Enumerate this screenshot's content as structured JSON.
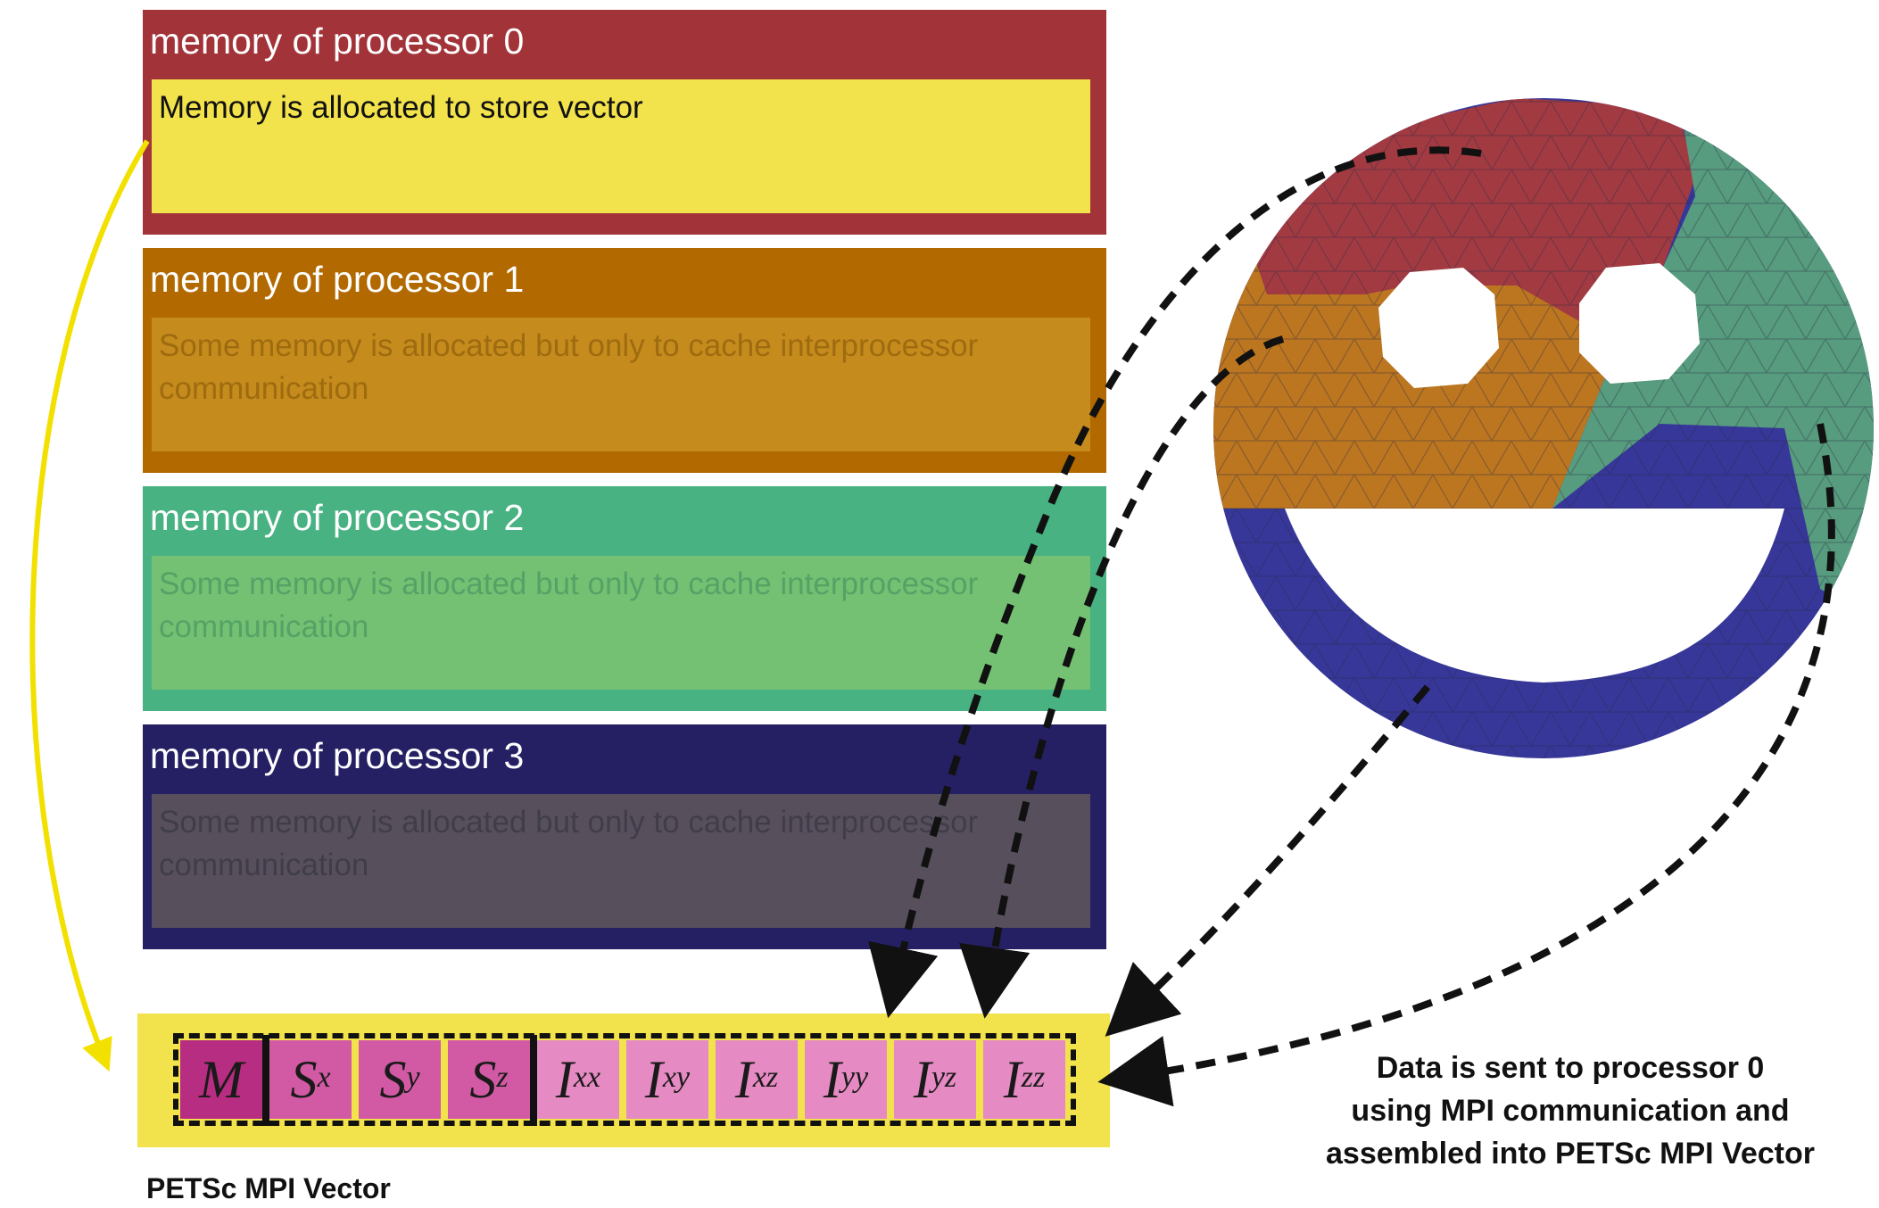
{
  "processors": [
    {
      "title": "memory of processor 0",
      "text": "Memory is allocated to store vector",
      "color": "#a23439"
    },
    {
      "title": "memory of processor 1",
      "text": "Some memory is allocated but only to cache interprocessor communication",
      "color": "#b26a00"
    },
    {
      "title": "memory of processor 2",
      "text": "Some memory is allocated but only to cache interprocessor communication",
      "color": "#48b282"
    },
    {
      "title": "memory of processor 3",
      "text": "Some memory is allocated but only to cache interprocessor communication",
      "color": "#242063"
    }
  ],
  "vector": {
    "label": "PETSc MPI Vector",
    "entries": [
      {
        "base": "M",
        "sup": ""
      },
      {
        "base": "S",
        "sup": "x"
      },
      {
        "base": "S",
        "sup": "y"
      },
      {
        "base": "S",
        "sup": "z"
      },
      {
        "base": "I",
        "sup": "xx"
      },
      {
        "base": "I",
        "sup": "xy"
      },
      {
        "base": "I",
        "sup": "xz"
      },
      {
        "base": "I",
        "sup": "yy"
      },
      {
        "base": "I",
        "sup": "yz"
      },
      {
        "base": "I",
        "sup": "zz"
      }
    ]
  },
  "caption": {
    "line1": "Data is sent to processor 0",
    "line2": "using MPI communication and",
    "line3": "assembled into PETSc MPI Vector"
  },
  "mesh": {
    "partition_colors": [
      "#a23a42",
      "#bc7620",
      "#579c7e",
      "#363799"
    ]
  }
}
